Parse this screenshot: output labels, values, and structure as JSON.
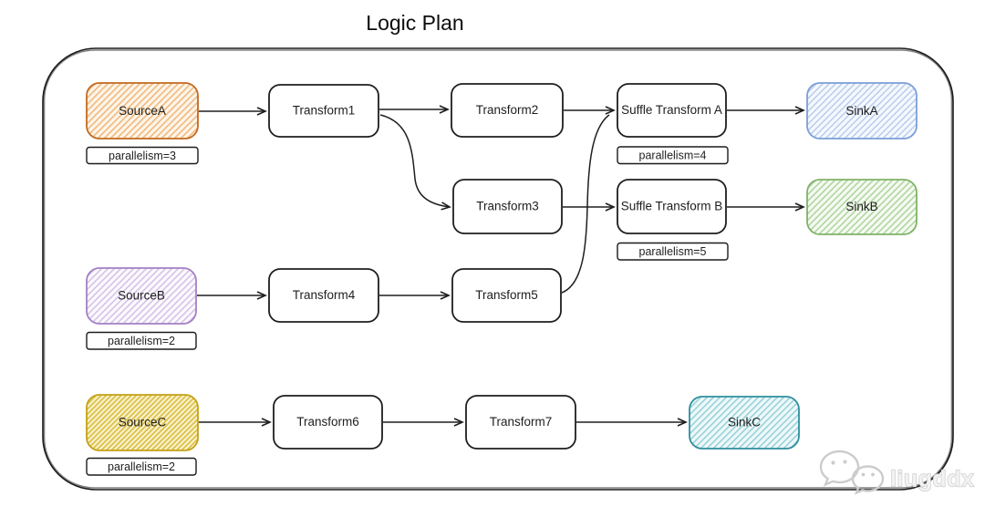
{
  "title": "Logic Plan",
  "nodes": {
    "sourceA": {
      "label": "SourceA",
      "kind": "source",
      "border_color": "#c2691f",
      "parallelism": "parallelism=3"
    },
    "transform1": {
      "label": "Transform1",
      "kind": "transform"
    },
    "transform2": {
      "label": "Transform2",
      "kind": "transform"
    },
    "suffleA": {
      "label": "Suffle Transform A",
      "kind": "shuffle-transform",
      "parallelism": "parallelism=4"
    },
    "sinkA": {
      "label": "SinkA",
      "kind": "sink",
      "border_color": "#7b9fd6"
    },
    "transform3": {
      "label": "Transform3",
      "kind": "transform"
    },
    "suffleB": {
      "label": "Suffle Transform B",
      "kind": "shuffle-transform",
      "parallelism": "parallelism=5"
    },
    "sinkB": {
      "label": "SinkB",
      "kind": "sink",
      "border_color": "#7fb368"
    },
    "sourceB": {
      "label": "SourceB",
      "kind": "source",
      "border_color": "#a57fc4",
      "parallelism": "parallelism=2"
    },
    "transform4": {
      "label": "Transform4",
      "kind": "transform"
    },
    "transform5": {
      "label": "Transform5",
      "kind": "transform"
    },
    "sourceC": {
      "label": "SourceC",
      "kind": "source",
      "border_color": "#c3a117",
      "parallelism": "parallelism=2"
    },
    "transform6": {
      "label": "Transform6",
      "kind": "transform"
    },
    "transform7": {
      "label": "Transform7",
      "kind": "transform"
    },
    "sinkC": {
      "label": "SinkC",
      "kind": "sink",
      "border_color": "#2f8f9e"
    }
  },
  "edges": [
    {
      "from": "SourceA",
      "to": "Transform1"
    },
    {
      "from": "Transform1",
      "to": "Transform2"
    },
    {
      "from": "Transform1",
      "to": "Transform3"
    },
    {
      "from": "Transform2",
      "to": "Suffle Transform A"
    },
    {
      "from": "Suffle Transform A",
      "to": "SinkA"
    },
    {
      "from": "Transform3",
      "to": "Suffle Transform B"
    },
    {
      "from": "Suffle Transform B",
      "to": "SinkB"
    },
    {
      "from": "SourceB",
      "to": "Transform4"
    },
    {
      "from": "Transform4",
      "to": "Transform5"
    },
    {
      "from": "Transform5",
      "to": "Suffle Transform A"
    },
    {
      "from": "SourceC",
      "to": "Transform6"
    },
    {
      "from": "Transform6",
      "to": "Transform7"
    },
    {
      "from": "Transform7",
      "to": "SinkC"
    }
  ],
  "watermark": {
    "text": "liugddx",
    "icon": "wechat-icon",
    "color": "#cccccc"
  }
}
